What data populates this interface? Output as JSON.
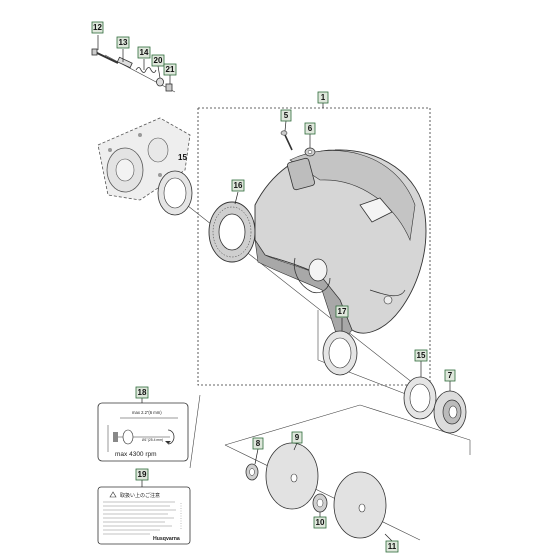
{
  "callouts": [
    {
      "id": "c12",
      "text": "12"
    },
    {
      "id": "c13",
      "text": "13"
    },
    {
      "id": "c14",
      "text": "14"
    },
    {
      "id": "c20",
      "text": "20"
    },
    {
      "id": "c21",
      "text": "21"
    },
    {
      "id": "c1",
      "text": "1"
    },
    {
      "id": "c5",
      "text": "5"
    },
    {
      "id": "c6",
      "text": "6"
    },
    {
      "id": "c16",
      "text": "16"
    },
    {
      "id": "c17",
      "text": "17"
    },
    {
      "id": "c15b",
      "text": "15"
    },
    {
      "id": "c7",
      "text": "7"
    },
    {
      "id": "c18",
      "text": "18"
    },
    {
      "id": "c8",
      "text": "8"
    },
    {
      "id": "c9",
      "text": "9"
    },
    {
      "id": "c19",
      "text": "19"
    },
    {
      "id": "c10",
      "text": "10"
    },
    {
      "id": "c11",
      "text": "11"
    }
  ],
  "plain_label_15": "15",
  "decal_18": {
    "dim_top": "max 2.2\"(6 mm)",
    "dim_side": "Ø1\"(25.4 mm)",
    "rpm": "max 4300 rpm"
  },
  "decal_19": {
    "title": "取扱い上のご注意",
    "brand": "Husqvarna"
  },
  "colors": {
    "callout_fill": "#dfe7dc",
    "callout_stroke": "#2e6b3a",
    "part_fill": "#d8d8d8",
    "part_dark": "#9a9a9a"
  }
}
